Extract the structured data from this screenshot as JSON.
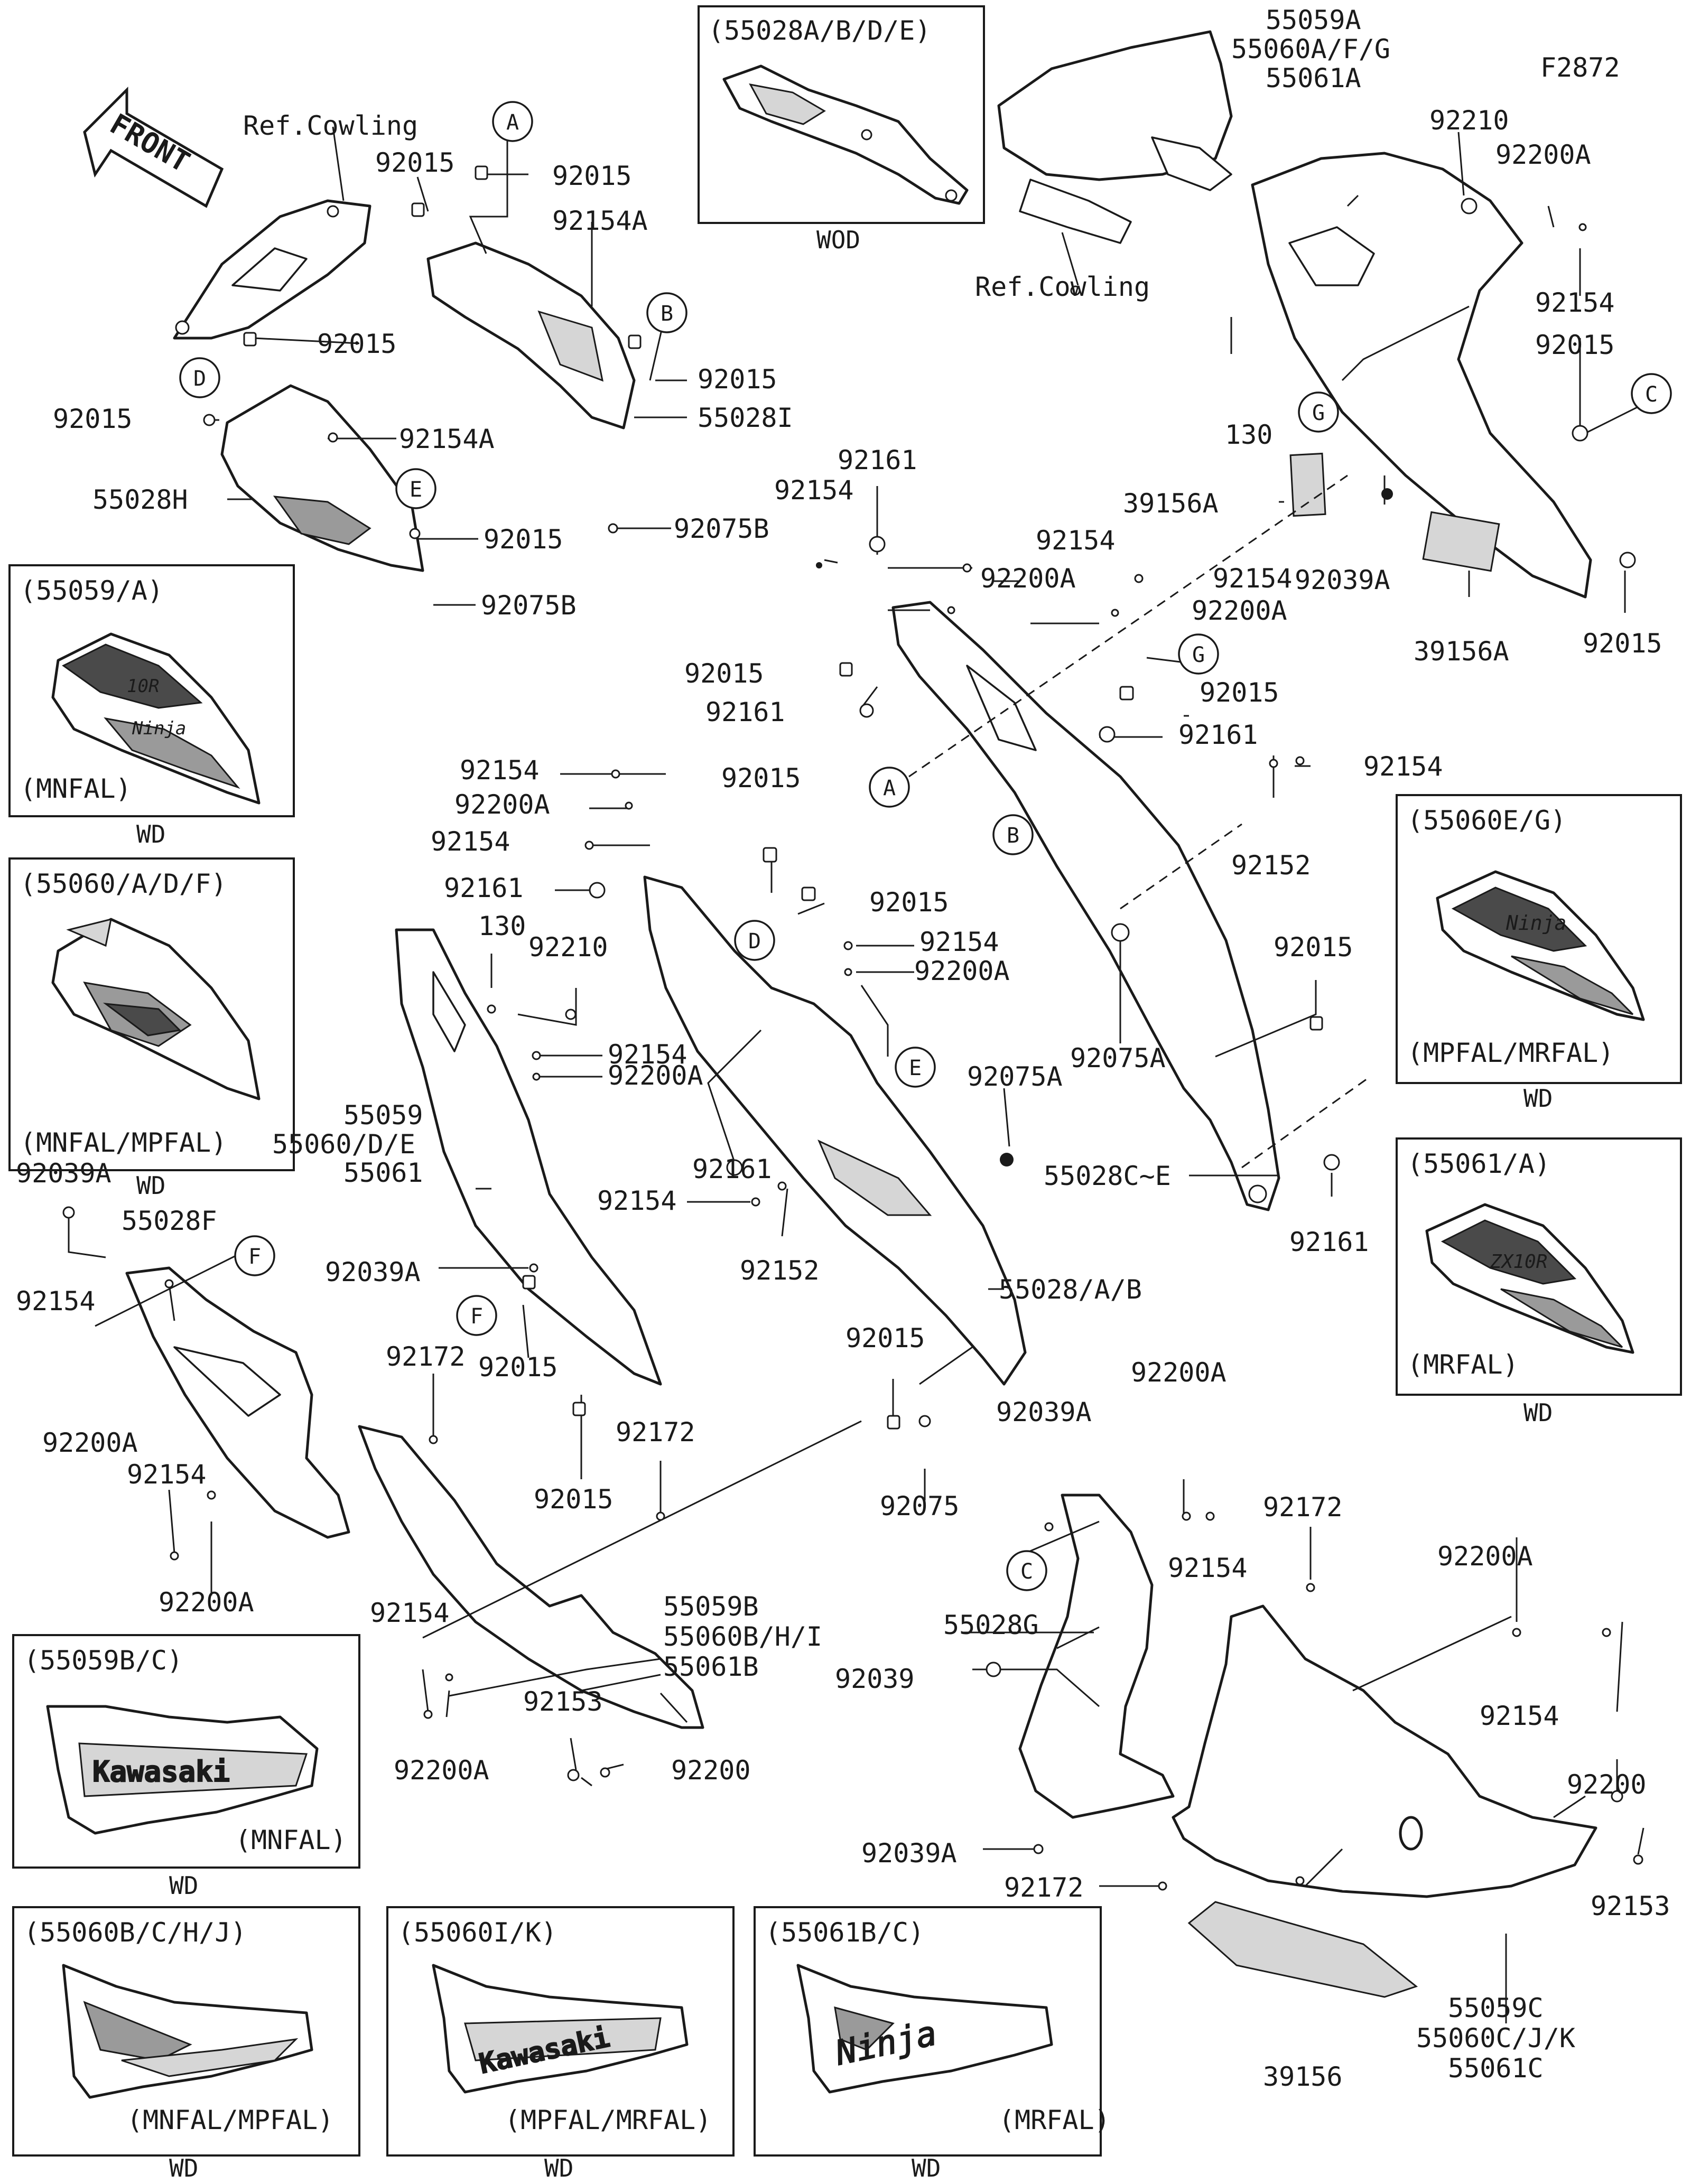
{
  "figure_code": "F2872",
  "front_arrow_label": "FRONT",
  "ref_labels": [
    "Ref.Cowling",
    "Ref.Cowling"
  ],
  "callout_letters": [
    "A",
    "B",
    "C",
    "D",
    "E",
    "F",
    "G"
  ],
  "part_labels": {
    "p92015": "92015",
    "p92154A": "92154A",
    "p55028I": "55028I",
    "p55028H": "55028H",
    "p92075B": "92075B",
    "p92161": "92161",
    "p92154": "92154",
    "p92200A": "92200A",
    "p92152": "92152",
    "p92075A": "92075A",
    "p55028C_E": "55028C~E",
    "p55059A": "55059A",
    "p55060A_F_G": "55060A/F/G",
    "p55061A": "55061A",
    "p92210": "92210",
    "p130": "130",
    "p39156A": "39156A",
    "p92039A": "92039A",
    "p55059": "55059",
    "p55060_D_E": "55060/D/E",
    "p55061": "55061",
    "p55028F": "55028F",
    "p55028_A_B": "55028/A/B",
    "p92172": "92172",
    "p92075": "92075",
    "p55059B": "55059B",
    "p55060B_H_I": "55060B/H/I",
    "p55061B": "55061B",
    "p92153": "92153",
    "p92200": "92200",
    "p55028G": "55028G",
    "p92039": "92039",
    "p55059C": "55059C",
    "p55060C_J_K": "55060C/J/K",
    "p55061C": "55061C",
    "p39156": "39156"
  },
  "insets": [
    {
      "title": "(55028A/B/D/E)",
      "note": "",
      "caption": "WOD"
    },
    {
      "title": "(55059/A)",
      "note": "(MNFAL)",
      "caption": "WD"
    },
    {
      "title": "(55060/A/D/F)",
      "note": "(MNFAL/MPFAL)",
      "caption": "WD"
    },
    {
      "title": "(55060E/G)",
      "note": "(MPFAL/MRFAL)",
      "caption": "WD"
    },
    {
      "title": "(55061/A)",
      "note": "(MRFAL)",
      "caption": "WD"
    },
    {
      "title": "(55059B/C)",
      "note": "(MNFAL)",
      "caption": "WD"
    },
    {
      "title": "(55060B/C/H/J)",
      "note": "(MNFAL/MPFAL)",
      "caption": "WD"
    },
    {
      "title": "(55060I/K)",
      "note": "(MPFAL/MRFAL)",
      "caption": "WD"
    },
    {
      "title": "(55061B/C)",
      "note": "(MRFAL)",
      "caption": "WD"
    }
  ],
  "logos": [
    "Kawasaki",
    "Kawasaki",
    "Ninja",
    "Ninja",
    "Ninja",
    "ZX10R",
    "10R"
  ],
  "colors": {
    "ink": "#1a1a1a",
    "paper": "#ffffff",
    "decal_dark": "#4a4a4a",
    "decal_mid": "#9a9a9a",
    "decal_light": "#d6d6d6"
  }
}
